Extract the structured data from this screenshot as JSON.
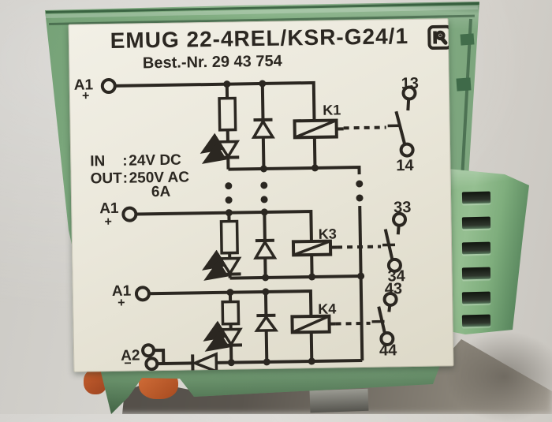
{
  "nameplate": {
    "title": "EMUG 22-4REL/KSR-G24/1",
    "order_number": "Best.-Nr. 29 43 754",
    "ratings": {
      "input_label": "IN",
      "input_separator": ":",
      "input_value": "24V DC",
      "output_label": "OUT",
      "output_separator": ":",
      "output_value": "250V AC",
      "current_rating": "6A"
    },
    "channels": [
      {
        "coil": "K1",
        "input_terminal": "A1",
        "input_polarity": "+",
        "contact_top": "13",
        "contact_bottom": "14"
      },
      {
        "coil": "K3",
        "input_terminal": "A1",
        "input_polarity": "+",
        "contact_top": "33",
        "contact_bottom": "34"
      },
      {
        "coil": "K4",
        "input_terminal": "A1",
        "input_polarity": "+",
        "contact_top": "43",
        "contact_bottom": "44"
      }
    ],
    "common_terminal": {
      "label": "A2",
      "polarity": "−"
    },
    "logo_icon": "phoenix-contact-logo"
  },
  "colors": {
    "module_green": "#7da67e",
    "connector_green": "#8ab687",
    "label_cream": "#eae7da",
    "schematic_ink": "#2b2721",
    "latch_orange": "#c75f2e",
    "background_gray": "#d2cfc9",
    "shadow_gray": "#55504a"
  }
}
